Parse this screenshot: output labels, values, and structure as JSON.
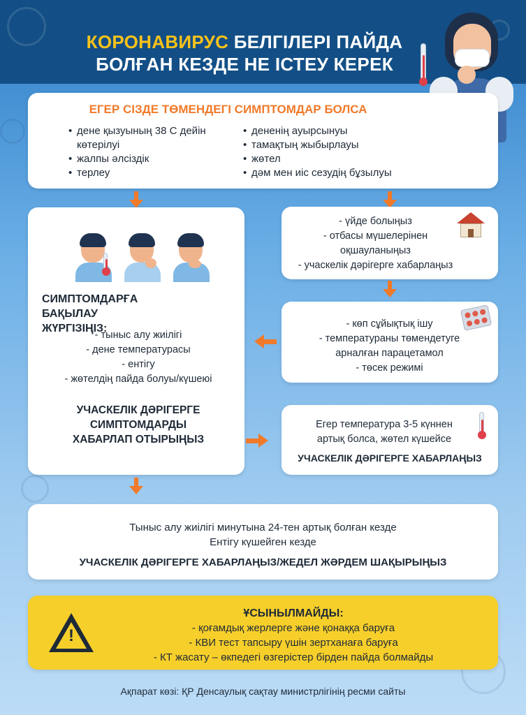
{
  "header": {
    "title_accent": "КОРОНАВИРУС",
    "title_rest1": " БЕЛГІЛЕРІ ПАЙДА",
    "title_line2": "БОЛҒАН КЕЗДЕ  НЕ ІСТЕУ КЕРЕК"
  },
  "symptoms": {
    "title": "ЕГЕР СІЗДЕ ТӨМЕНДЕГІ СИМПТОМДАР БОЛСА",
    "left": [
      "дене қызуының 38 С дейін көтерілуі",
      "жалпы әлсіздік",
      "терлеу"
    ],
    "right": [
      "дененің ауырсынуы",
      "тамақтың жыбырлауы",
      "жөтел",
      "дәм мен иіс сезудің бұзылуы"
    ]
  },
  "monitor": {
    "title_line1": "СИМПТОМДАРҒА",
    "title_line2": "БАҚЫЛАУ ЖҮРГІЗІҢІЗ:",
    "items": [
      "- тыныс алу жиілігі",
      "- дене температурасы",
      "- ентігу",
      "- жөтелдің пайда болуы/күшеюі"
    ],
    "report_line1": "УЧАСКЕЛІК ДӘРІГЕРГЕ",
    "report_line2": "СИМПТОМДАРДЫ",
    "report_line3": "ХАБАРЛАП ОТЫРЫҢЫЗ"
  },
  "home": {
    "items": [
      "- үйде болыңыз",
      "- отбасы мүшелерінен",
      "оқшауланыңыз",
      "- учаскелік дәрігерге хабарлаңыз"
    ]
  },
  "care": {
    "items": [
      "- көп сұйықтық ішу",
      "- температураны төмендетуге",
      "арналған парацетамол",
      "- төсек режимі"
    ]
  },
  "fever": {
    "line1": "Егер температура 3-5 күннен",
    "line2": "артық болса, жөтел күшейсе",
    "action": "УЧАСКЕЛІК ДӘРІГЕРГЕ ХАБАРЛАҢЫЗ"
  },
  "emergency": {
    "line1": "Тыныс алу жиілігі минутына 24-тен артық болған кезде",
    "line2": "Ентігу күшейген кезде",
    "action": "УЧАСКЕЛІК ДӘРІГЕРГЕ ХАБАРЛАҢЫЗ/ЖЕДЕЛ ЖӘРДЕМ ШАҚЫРЫҢЫЗ"
  },
  "warning": {
    "title": "ҰСЫНЫЛМАЙДЫ:",
    "items": [
      "- қоғамдық жерлерге және қонаққа баруға",
      "- КВИ тест тапсыру үшін зертханаға баруға",
      "- КТ жасату – өкпедегі өзгерістер бірден пайда болмайды"
    ]
  },
  "footer": {
    "source": "Ақпарат көзі: ҚР Денсаулық сақтау министрлігінің ресми сайты"
  },
  "colors": {
    "orange": "#f07a2a",
    "navy": "#134f86",
    "yellow": "#f7cf2a",
    "title_yellow": "#f7c21a"
  },
  "icons": [
    "virus-icon",
    "thermometer-icon",
    "house-icon",
    "pills-icon",
    "warning-icon",
    "sick-woman-illustration"
  ]
}
